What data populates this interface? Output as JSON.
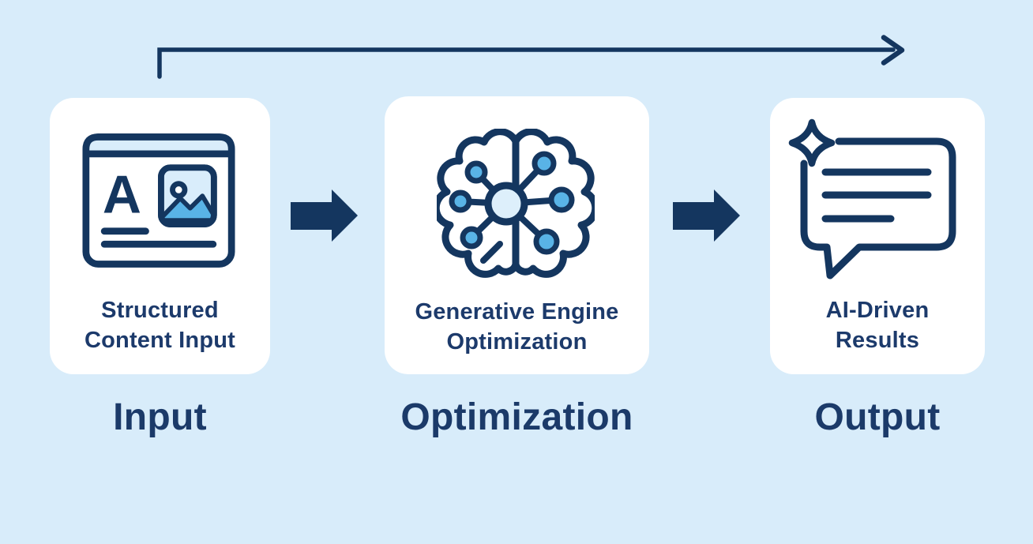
{
  "diagram_type": "process-flow",
  "colors": {
    "background": "#d8ecfa",
    "card": "#ffffff",
    "navy": "#14365f",
    "text_navy": "#1b3a69",
    "medium_blue": "#59b3e6",
    "light_blue": "#d9edfb",
    "hub_fill": "#ddeffb"
  },
  "top_arrow": {
    "direction": "left-to-right",
    "from_stage": "Input",
    "to_stage": "Output"
  },
  "steps": [
    {
      "id": "input",
      "icon": "structured-content-icon",
      "icon_letter": "A",
      "caption_line1": "Structured",
      "caption_line2": "Content Input",
      "stage_label": "Input"
    },
    {
      "id": "optimization",
      "icon": "brain-network-icon",
      "caption_line1": "Generative Engine",
      "caption_line2": "Optimization",
      "stage_label": "Optimization"
    },
    {
      "id": "output",
      "icon": "ai-chat-results-icon",
      "caption_line1": "AI-Driven",
      "caption_line2": "Results",
      "stage_label": "Output"
    }
  ]
}
